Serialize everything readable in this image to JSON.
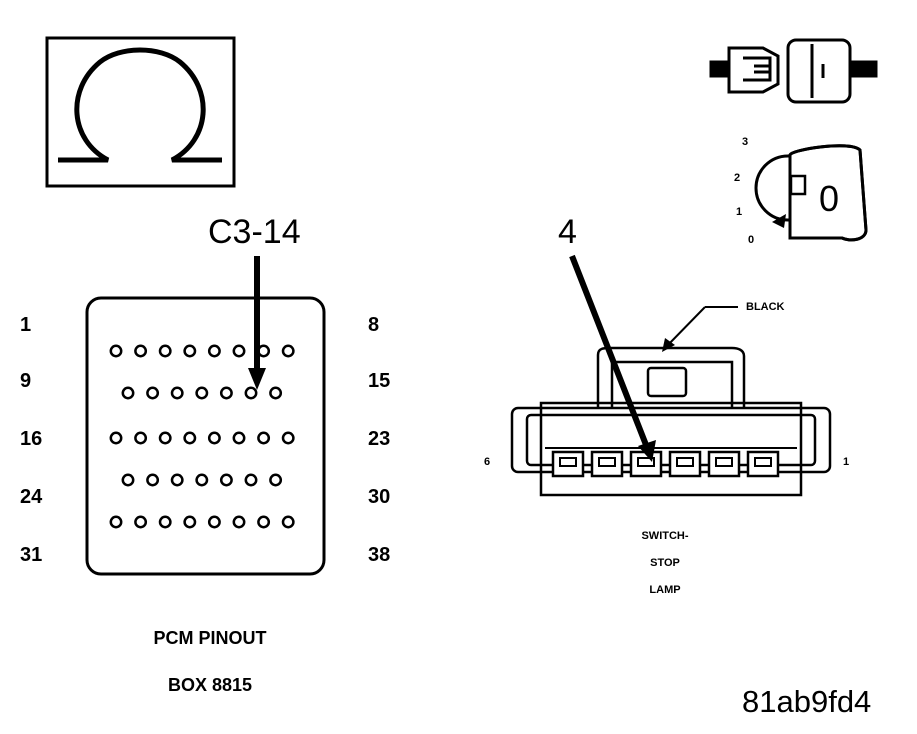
{
  "meter_symbol": "Ω",
  "pcm": {
    "pin_label": "C3-14",
    "row_left_labels": [
      "1",
      "9",
      "16",
      "24",
      "31"
    ],
    "row_right_labels": [
      "8",
      "15",
      "23",
      "30",
      "38"
    ],
    "rows": [
      8,
      7,
      8,
      7,
      8
    ],
    "target_row": 1,
    "target_col": 5,
    "caption_line1": "PCM PINOUT",
    "caption_line2": "BOX 8815"
  },
  "switch": {
    "pin_label": "4",
    "color_label": "BLACK",
    "left_pin": "6",
    "right_pin": "1",
    "terminal_count": 6,
    "target_terminal": 3,
    "caption_line1": "SWITCH-",
    "caption_line2": "STOP",
    "caption_line3": "LAMP"
  },
  "ignition": {
    "positions": [
      "3",
      "2",
      "1",
      "0"
    ],
    "key_position": "0"
  },
  "figure_id": "81ab9fd4"
}
